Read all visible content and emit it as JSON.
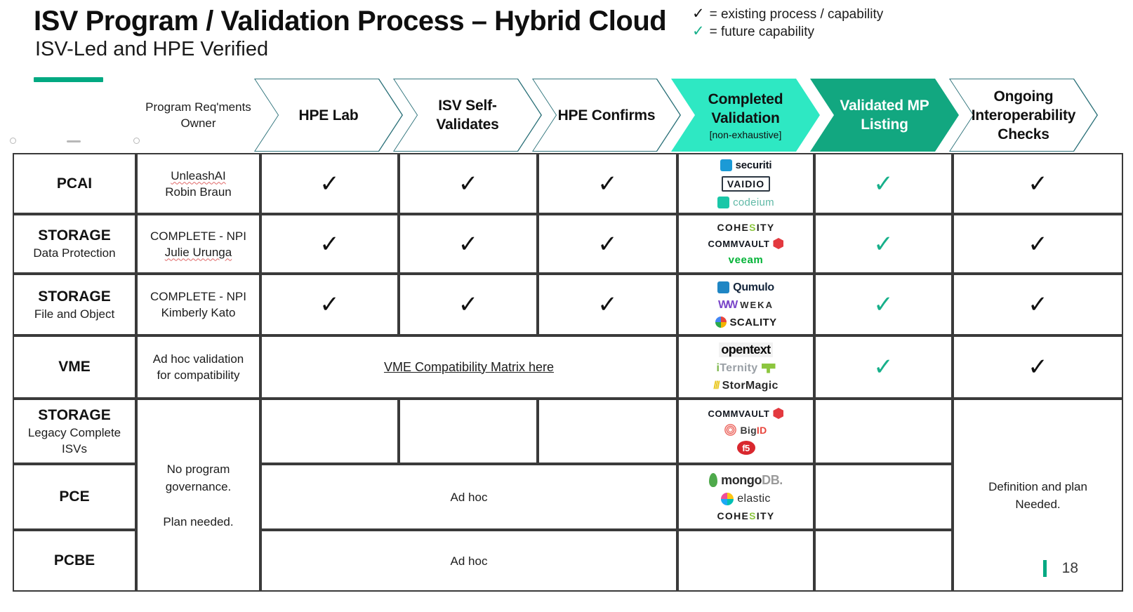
{
  "title": {
    "main": "ISV Program / Validation Process – Hybrid Cloud",
    "sub": "ISV-Led and HPE Verified"
  },
  "legend": {
    "items": [
      {
        "mark": "✓",
        "color": "#111111",
        "text": "= existing process / capability"
      },
      {
        "mark": "✓",
        "color": "#17b08a",
        "text": "= future capability"
      }
    ]
  },
  "header": {
    "owner_label": "Program Req'ments Owner",
    "chevrons": [
      {
        "label": "HPE Lab",
        "sub": "",
        "fill": "#ffffff",
        "text_color": "#111111"
      },
      {
        "label": "ISV Self-Validates",
        "sub": "",
        "fill": "#ffffff",
        "text_color": "#111111"
      },
      {
        "label": "HPE Confirms",
        "sub": "",
        "fill": "#ffffff",
        "text_color": "#111111"
      },
      {
        "label": "Completed Validation",
        "sub": "[non-exhaustive]",
        "fill": "#2ee8c3",
        "text_color": "#111111"
      },
      {
        "label": "Validated MP Listing",
        "sub": "",
        "fill": "#12a780",
        "text_color": "#ffffff"
      },
      {
        "label": "Ongoing Interoperability Checks",
        "sub": "",
        "fill": "#ffffff",
        "text_color": "#111111"
      }
    ]
  },
  "rows": {
    "pcai": {
      "name": "PCAI",
      "sub": "",
      "owner_line1": "UnleashAI",
      "owner_line2": "Robin Braun",
      "hpe_lab": "✓",
      "isv_self": "✓",
      "hpe_confirms": "✓",
      "mp_listing": "✓",
      "ongoing": "✓",
      "logos": [
        "securiti",
        "VAIDIO",
        "codeium"
      ]
    },
    "storage_dp": {
      "name": "STORAGE",
      "sub": "Data Protection",
      "owner_line1": "COMPLETE - NPI",
      "owner_line2": "Julie Urunga",
      "hpe_lab": "✓",
      "isv_self": "✓",
      "hpe_confirms": "✓",
      "mp_listing": "✓",
      "ongoing": "✓",
      "logos": [
        "COHESITY",
        "COMMVAULT",
        "veeam"
      ]
    },
    "storage_fo": {
      "name": "STORAGE",
      "sub": "File and Object",
      "owner_line1": "COMPLETE - NPI",
      "owner_line2": "Kimberly Kato",
      "hpe_lab": "✓",
      "isv_self": "✓",
      "hpe_confirms": "✓",
      "mp_listing": "✓",
      "ongoing": "✓",
      "logos": [
        "Qumulo",
        "WEKA",
        "SCALITY"
      ]
    },
    "vme": {
      "name": "VME",
      "sub": "",
      "owner_line1": "Ad hoc validation",
      "owner_line2": "for compatibility",
      "merged_link": "VME Compatibility Matrix here",
      "mp_listing": "✓",
      "ongoing": "✓",
      "logos": [
        "opentext",
        "iTernity",
        "StorMagic"
      ]
    },
    "storage_legacy": {
      "name": "STORAGE",
      "sub_line1": "Legacy Complete",
      "sub_line2": "ISVs",
      "logos": [
        "COMMVAULT",
        "BigID",
        "F5"
      ]
    },
    "pce": {
      "name": "PCE",
      "merged_text": "Ad hoc",
      "logos": [
        "mongoDB.",
        "elastic",
        "COHESITY"
      ]
    },
    "pcbe": {
      "name": "PCBE",
      "merged_text": "Ad hoc"
    },
    "governance": {
      "line1": "No program",
      "line2": "governance.",
      "line3": "Plan needed."
    },
    "definition": {
      "line1": "Definition and plan",
      "line2": "Needed."
    }
  },
  "footer": {
    "page_number": "18"
  },
  "colors": {
    "accent_green": "#01a982",
    "chevron_outline": "#2a7078",
    "completed_fill": "#2ee8c3",
    "validated_fill": "#12a780",
    "future_check": "#17b08a",
    "existing_check": "#111111",
    "table_border": "#3a3a3a"
  }
}
